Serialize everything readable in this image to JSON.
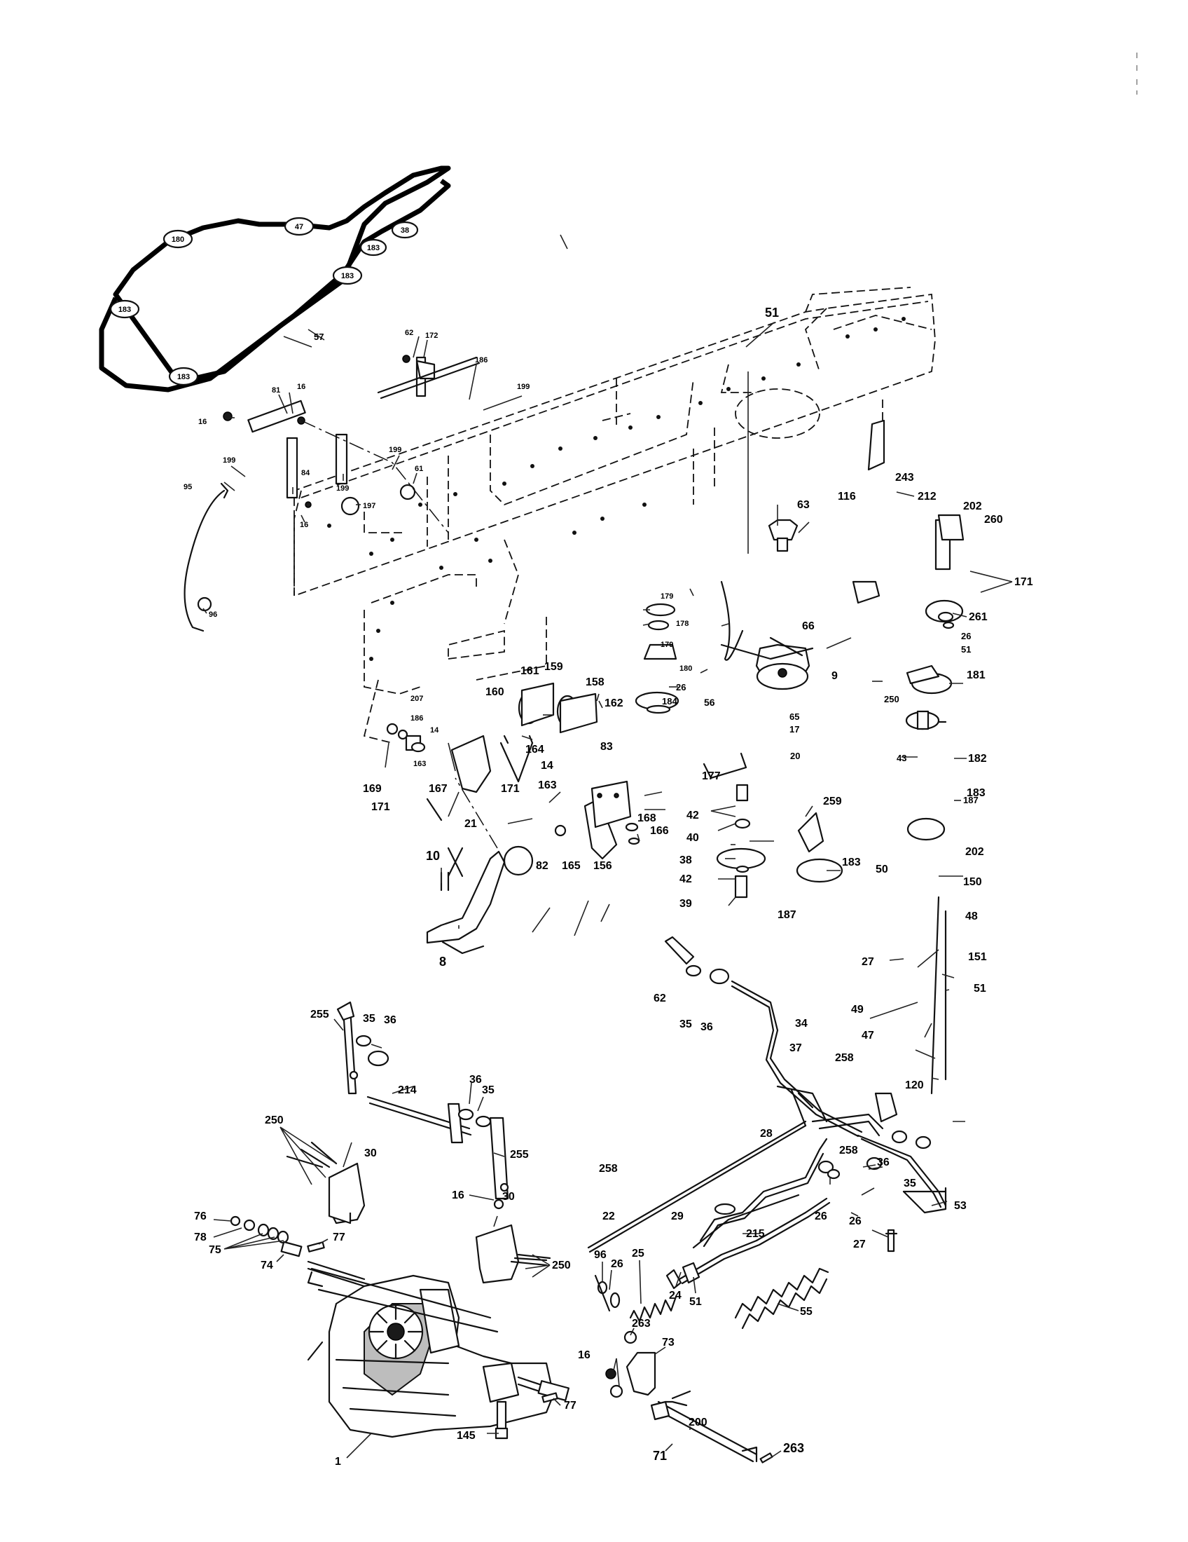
{
  "callouts": [
    {
      "t": "51"
    },
    {
      "t": "57"
    },
    {
      "t": "62"
    },
    {
      "t": "172"
    },
    {
      "t": "186"
    },
    {
      "t": "199"
    },
    {
      "t": "16"
    },
    {
      "t": "81"
    },
    {
      "t": "16"
    },
    {
      "t": "199"
    },
    {
      "t": "84"
    },
    {
      "t": "199"
    },
    {
      "t": "199"
    },
    {
      "t": "61"
    },
    {
      "t": "197"
    },
    {
      "t": "16"
    },
    {
      "t": "95"
    },
    {
      "t": "96"
    },
    {
      "t": "116"
    },
    {
      "t": "243"
    },
    {
      "t": "212"
    },
    {
      "t": "63"
    },
    {
      "t": "202"
    },
    {
      "t": "260"
    },
    {
      "t": "171"
    },
    {
      "t": "261"
    },
    {
      "t": "26"
    },
    {
      "t": "51"
    },
    {
      "t": "179"
    },
    {
      "t": "178"
    },
    {
      "t": "179"
    },
    {
      "t": "66"
    },
    {
      "t": "180"
    },
    {
      "t": "26"
    },
    {
      "t": "184"
    },
    {
      "t": "56"
    },
    {
      "t": "9"
    },
    {
      "t": "250"
    },
    {
      "t": "181"
    },
    {
      "t": "65"
    },
    {
      "t": "17"
    },
    {
      "t": "20"
    },
    {
      "t": "43"
    },
    {
      "t": "182"
    },
    {
      "t": "183"
    },
    {
      "t": "187"
    },
    {
      "t": "161"
    },
    {
      "t": "159"
    },
    {
      "t": "158"
    },
    {
      "t": "160"
    },
    {
      "t": "162"
    },
    {
      "t": "207"
    },
    {
      "t": "186"
    },
    {
      "t": "14"
    },
    {
      "t": "163"
    },
    {
      "t": "164"
    },
    {
      "t": "14"
    },
    {
      "t": "83"
    },
    {
      "t": "163"
    },
    {
      "t": "169"
    },
    {
      "t": "171"
    },
    {
      "t": "167"
    },
    {
      "t": "171"
    },
    {
      "t": "168"
    },
    {
      "t": "166"
    },
    {
      "t": "177"
    },
    {
      "t": "42"
    },
    {
      "t": "40"
    },
    {
      "t": "259"
    },
    {
      "t": "21"
    },
    {
      "t": "82"
    },
    {
      "t": "165"
    },
    {
      "t": "156"
    },
    {
      "t": "10"
    },
    {
      "t": "8"
    },
    {
      "t": "38"
    },
    {
      "t": "42"
    },
    {
      "t": "39"
    },
    {
      "t": "183"
    },
    {
      "t": "187"
    },
    {
      "t": "50"
    },
    {
      "t": "202"
    },
    {
      "t": "150"
    },
    {
      "t": "48"
    },
    {
      "t": "27"
    },
    {
      "t": "151"
    },
    {
      "t": "51"
    },
    {
      "t": "62"
    },
    {
      "t": "35"
    },
    {
      "t": "36"
    },
    {
      "t": "49"
    },
    {
      "t": "47"
    },
    {
      "t": "34"
    },
    {
      "t": "37"
    },
    {
      "t": "120"
    },
    {
      "t": "258"
    },
    {
      "t": "255"
    },
    {
      "t": "35"
    },
    {
      "t": "36"
    },
    {
      "t": "214"
    },
    {
      "t": "36"
    },
    {
      "t": "35"
    },
    {
      "t": "255"
    },
    {
      "t": "36"
    },
    {
      "t": "35"
    },
    {
      "t": "28"
    },
    {
      "t": "258"
    },
    {
      "t": "53"
    },
    {
      "t": "250"
    },
    {
      "t": "30"
    },
    {
      "t": "258"
    },
    {
      "t": "22"
    },
    {
      "t": "29"
    },
    {
      "t": "26"
    },
    {
      "t": "26"
    },
    {
      "t": "16"
    },
    {
      "t": "30"
    },
    {
      "t": "215"
    },
    {
      "t": "27"
    },
    {
      "t": "76"
    },
    {
      "t": "78"
    },
    {
      "t": "75"
    },
    {
      "t": "74"
    },
    {
      "t": "77"
    },
    {
      "t": "96"
    },
    {
      "t": "26"
    },
    {
      "t": "25"
    },
    {
      "t": "24"
    },
    {
      "t": "51"
    },
    {
      "t": "250"
    },
    {
      "t": "55"
    },
    {
      "t": "263"
    },
    {
      "t": "73"
    },
    {
      "t": "16"
    },
    {
      "t": "200"
    },
    {
      "t": "77"
    },
    {
      "t": "145"
    },
    {
      "t": "1"
    },
    {
      "t": "71"
    },
    {
      "t": "263"
    }
  ],
  "belt_labels": [
    {
      "t": "183"
    },
    {
      "t": "180"
    },
    {
      "t": "47"
    },
    {
      "t": "38"
    },
    {
      "t": "183"
    },
    {
      "t": "183"
    },
    {
      "t": "183"
    }
  ]
}
